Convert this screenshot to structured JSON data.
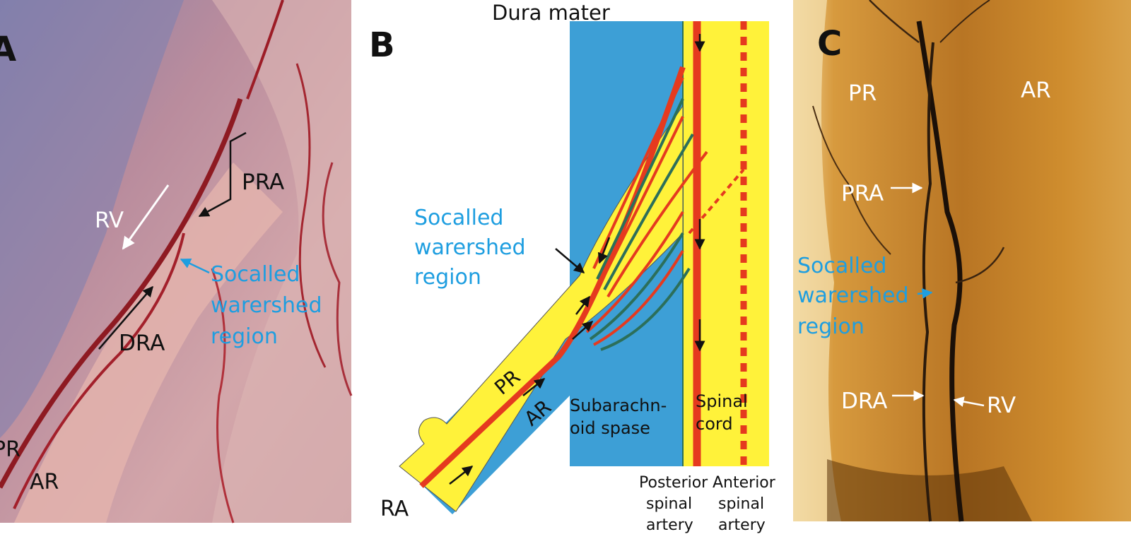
{
  "panels": {
    "a": {
      "letter": "A",
      "labels": {
        "rv": "RV",
        "pra": "PRA",
        "dra": "DRA",
        "pr": "PR",
        "ar": "AR",
        "watershed": [
          "Socalled",
          "warershed",
          "region"
        ]
      }
    },
    "b": {
      "letter": "B",
      "labels": {
        "dura": "Dura mater",
        "watershed": [
          "Socalled",
          "warershed",
          "region"
        ],
        "pr": "PR",
        "ar": "AR",
        "ra": "RA",
        "subarachnoid": [
          "Subarachn-",
          "oid spase"
        ],
        "spinal_cord": [
          "Spinal",
          "cord"
        ],
        "posterior_artery": [
          "Posterior",
          "spinal",
          "artery"
        ],
        "anterior_artery": [
          "Anterior",
          "spinal",
          "artery"
        ]
      }
    },
    "c": {
      "letter": "C",
      "labels": {
        "pr": "PR",
        "ar": "AR",
        "pra": "PRA",
        "dra": "DRA",
        "rv": "RV",
        "watershed": [
          "Socalled",
          "warershed",
          "region"
        ]
      }
    }
  },
  "colors": {
    "label_blue": "#1e9ee0",
    "csf_blue": "#3d9fd6",
    "root_yellow": "#fff23a",
    "artery_red": "#e53a1f",
    "photo_a_base": "#c68a90",
    "photo_c_base": "#c88a2a"
  }
}
